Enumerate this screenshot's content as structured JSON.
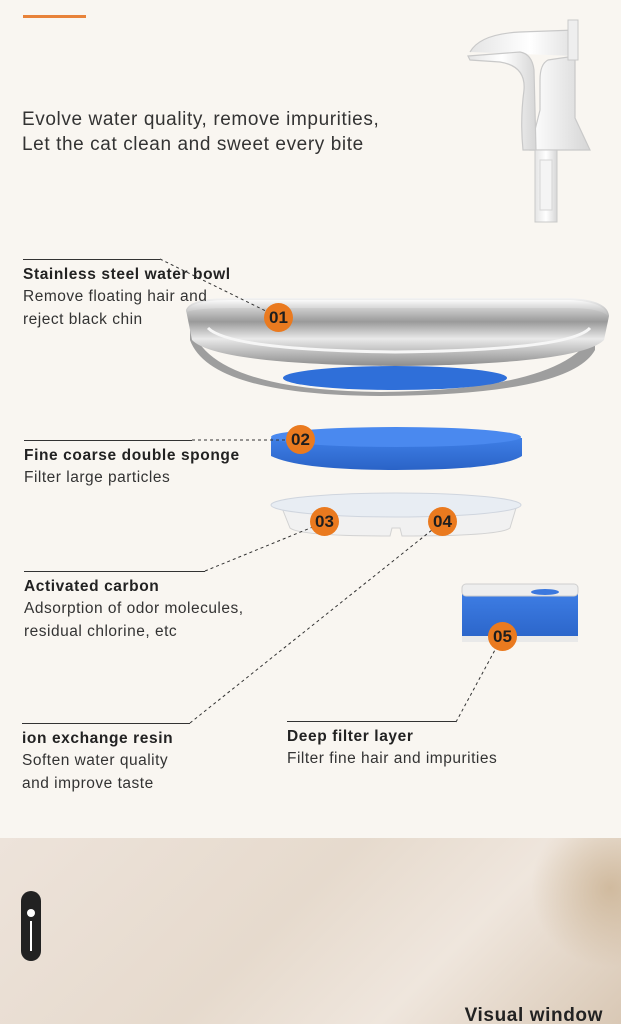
{
  "headline": {
    "line1": "Evolve water quality, remove impurities,",
    "line2": "Let the cat clean and sweet every bite"
  },
  "colors": {
    "accent": "#ea7a1f",
    "sponge_blue": "#2f6fd9",
    "background": "#f9f6f1"
  },
  "components": [
    {
      "number": "01",
      "title": "Stainless steel water bowl",
      "desc_lines": [
        "Remove floating hair and",
        "reject black chin"
      ]
    },
    {
      "number": "02",
      "title": "Fine coarse double sponge",
      "desc_lines": [
        "Filter large particles"
      ]
    },
    {
      "number": "03",
      "title": "Activated carbon",
      "desc_lines": [
        "Adsorption of odor molecules,",
        "residual chlorine, etc"
      ]
    },
    {
      "number": "04",
      "title": "ion exchange resin",
      "desc_lines": [
        "Soften water quality",
        "and improve taste"
      ]
    },
    {
      "number": "05",
      "title": "Deep filter layer",
      "desc_lines": [
        "Filter fine hair and impurities"
      ]
    }
  ],
  "lower_section": {
    "caption": "Visual window"
  }
}
